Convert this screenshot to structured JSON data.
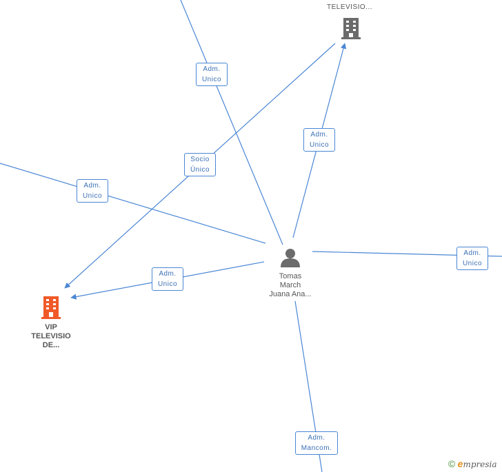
{
  "nodes": {
    "company_top": {
      "label": "TELEVISIO..."
    },
    "company_main": {
      "label_lines": [
        "VIP",
        "TELEVISIO",
        "DE..."
      ]
    },
    "person": {
      "label_lines": [
        "Tomas",
        "March",
        "Juana Ana..."
      ]
    }
  },
  "edges": [
    {
      "lines": [
        "Adm.",
        "Unico"
      ]
    },
    {
      "lines": [
        "Adm.",
        "Unico"
      ]
    },
    {
      "lines": [
        "Socio",
        "Único"
      ]
    },
    {
      "lines": [
        "Adm.",
        "Unico"
      ]
    },
    {
      "lines": [
        "Adm.",
        "Unico"
      ]
    },
    {
      "lines": [
        "Adm.",
        "Unico"
      ]
    },
    {
      "lines": [
        "Adm.",
        "Mancom."
      ]
    }
  ],
  "colors": {
    "edge": "#4a86d4",
    "company_top_icon": "#6b6b6b",
    "company_main_icon": "#f05a28",
    "person_icon": "#6b6b6b"
  },
  "footer": {
    "copyright_symbol": "©",
    "brand_initial": "e",
    "brand_rest": "mpresia"
  }
}
